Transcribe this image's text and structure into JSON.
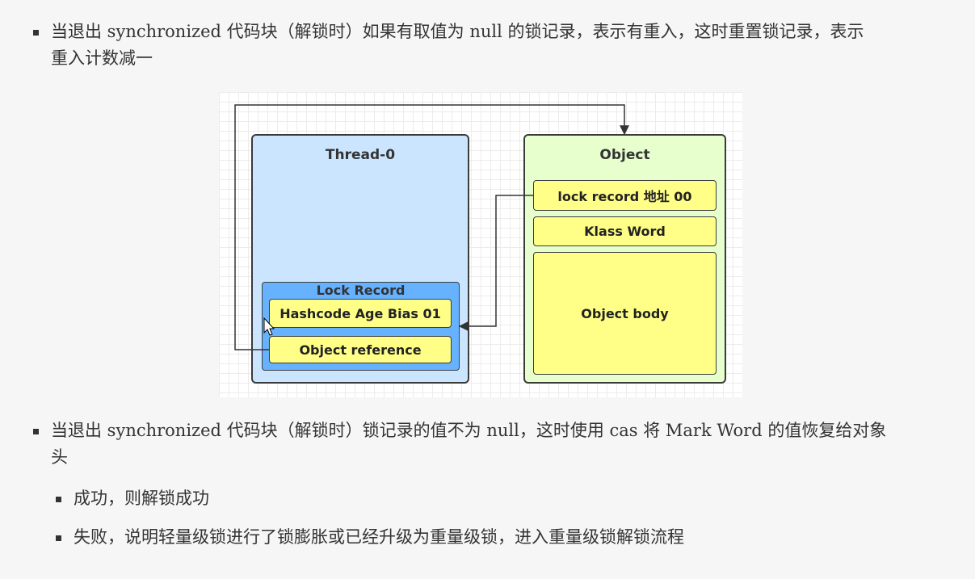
{
  "bullets_top": [
    {
      "line1": "当退出 synchronized 代码块（解锁时）如果有取值为 null 的锁记录，表示有重入，这时重置锁记录，表示",
      "line2": "重入计数减一"
    }
  ],
  "diagram": {
    "thread": {
      "title": "Thread-0"
    },
    "lock_record": {
      "title": "Lock Record",
      "field1": "Hashcode Age Bias 01",
      "field2": "Object reference"
    },
    "object": {
      "title": "Object",
      "field1": "lock record 地址 00",
      "field2": "Klass Word",
      "field3": "Object body"
    },
    "colors": {
      "thread_bg": "#cce5ff",
      "lock_record_bg": "#66b2ff",
      "object_bg": "#e6ffcc",
      "field_bg": "#ffff88"
    }
  },
  "bullets_bottom": {
    "main": {
      "line1": "当退出 synchronized 代码块（解锁时）锁记录的值不为 null，这时使用 cas 将 Mark Word 的值恢复给对象",
      "line2": "头"
    },
    "sub": [
      {
        "text": "成功，则解锁成功"
      },
      {
        "text": "失败，说明轻量级锁进行了锁膨胀或已经升级为重量级锁，进入重量级锁解锁流程"
      }
    ]
  }
}
